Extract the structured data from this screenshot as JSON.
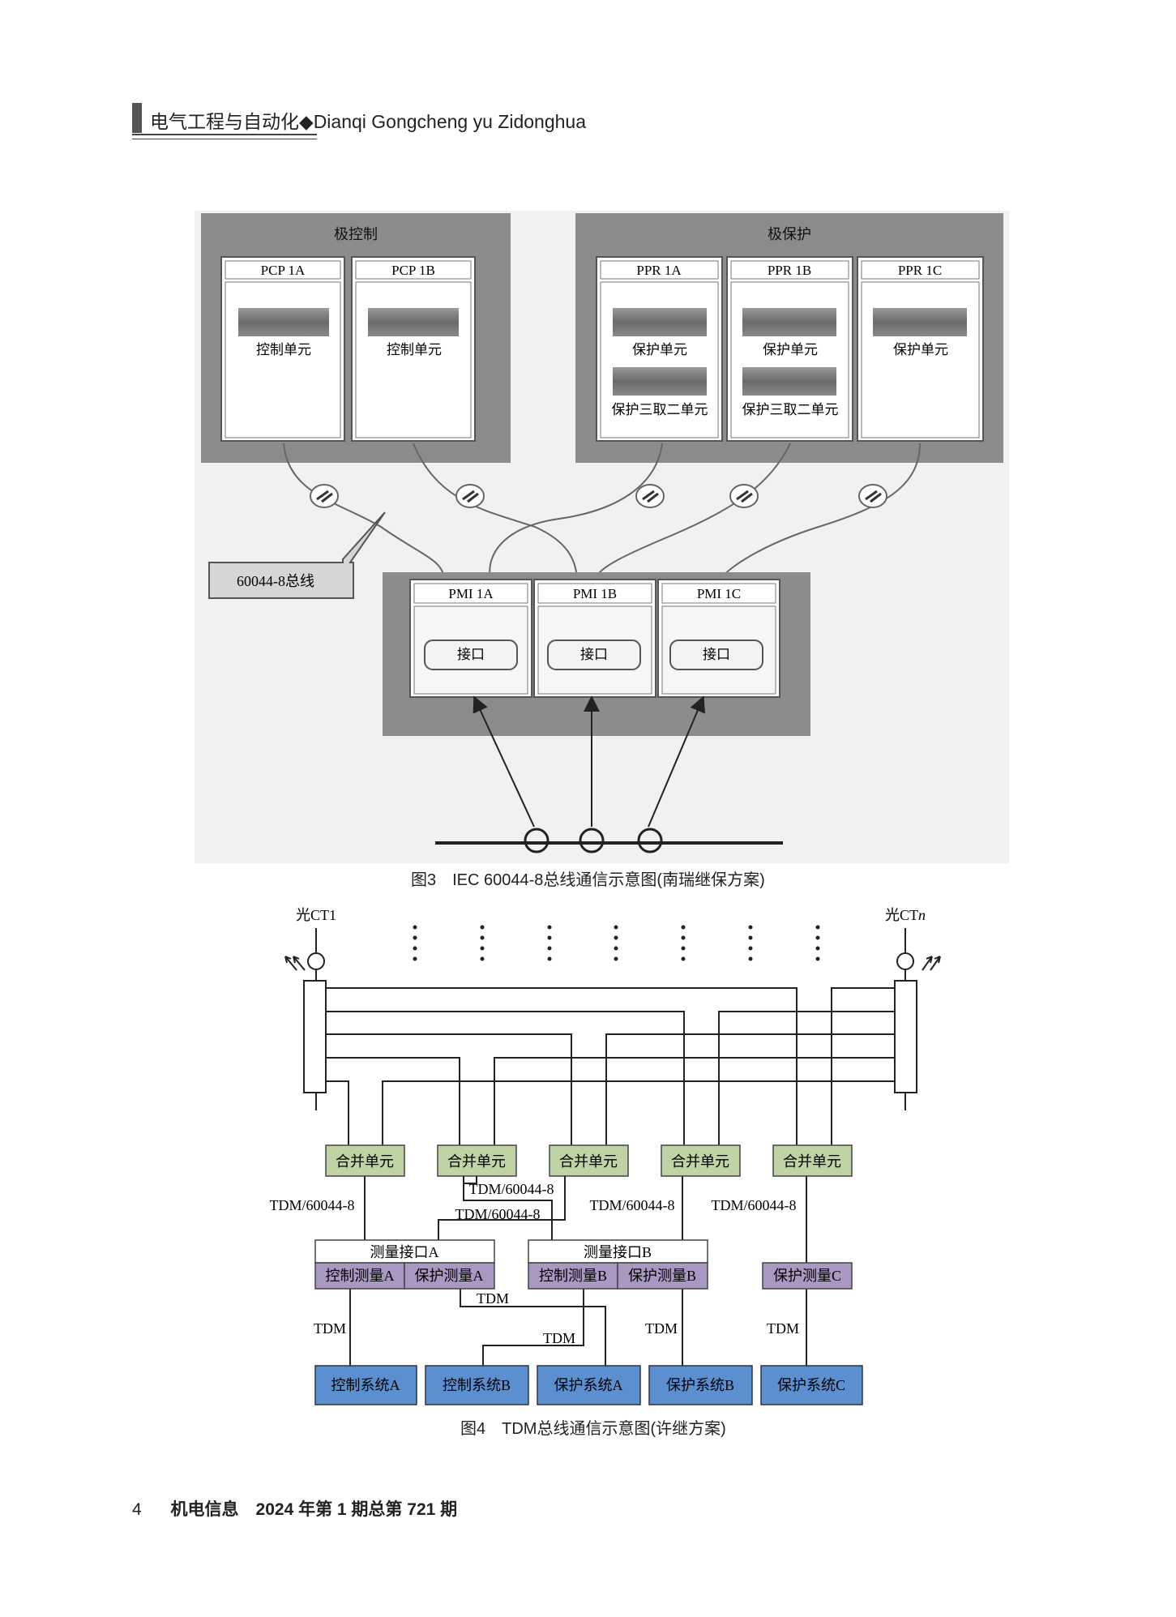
{
  "header": {
    "title": "电气工程与自动化◆Dianqi Gongcheng yu Zidonghua"
  },
  "fig3": {
    "pole_control": {
      "title": "极控制",
      "cabinets": [
        {
          "label": "PCP 1A",
          "units": [
            "控制单元"
          ]
        },
        {
          "label": "PCP 1B",
          "units": [
            "控制单元"
          ]
        }
      ]
    },
    "pole_protection": {
      "title": "极保护",
      "cabinets": [
        {
          "label": "PPR 1A",
          "units": [
            "保护单元",
            "保护三取二单元"
          ]
        },
        {
          "label": "PPR 1B",
          "units": [
            "保护单元",
            "保护三取二单元"
          ]
        },
        {
          "label": "PPR 1C",
          "units": [
            "保护单元"
          ]
        }
      ]
    },
    "bus_callout": "60044-8总线",
    "pmi": [
      {
        "label": "PMI 1A",
        "interface": "接口"
      },
      {
        "label": "PMI 1B",
        "interface": "接口"
      },
      {
        "label": "PMI 1C",
        "interface": "接口"
      }
    ],
    "caption": "图3　IEC 60044-8总线通信示意图(南瑞继保方案)"
  },
  "fig4": {
    "ct_left": "光CT1",
    "ct_right": "光CT",
    "ct_right_italic": "n",
    "merge_unit": "合并单元",
    "labels": {
      "tdm_60044_8": "TDM/60044-8",
      "tdm": "TDM"
    },
    "interface_a": {
      "title": "测量接口A",
      "left": "控制测量A",
      "right": "保护测量A"
    },
    "interface_b": {
      "title": "测量接口B",
      "left": "控制测量B",
      "right": "保护测量B"
    },
    "protect_c": "保护测量C",
    "systems": [
      "控制系统A",
      "控制系统B",
      "保护系统A",
      "保护系统B",
      "保护系统C"
    ],
    "caption": "图4　TDM总线通信示意图(许继方案)",
    "colors": {
      "merge": "#bfd3a4",
      "measure": "#a898c2",
      "system": "#5b8fd0"
    }
  },
  "footer": {
    "page": "4",
    "journal": "机电信息　2024 年第 1 期总第 721 期"
  }
}
